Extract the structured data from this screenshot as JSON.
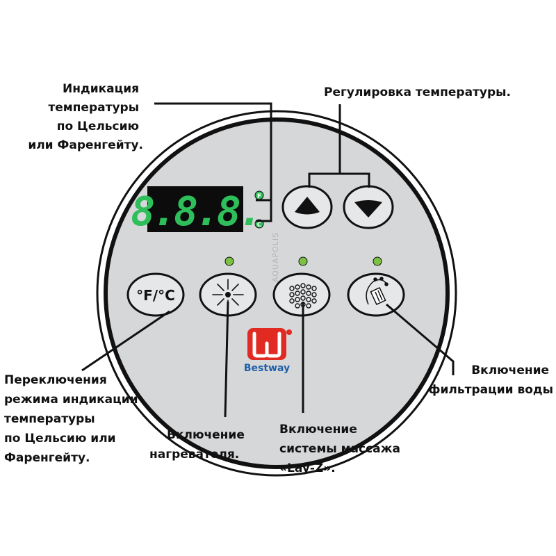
{
  "labels": {
    "temp_indication": [
      "Индикация",
      "температуры",
      "по Цельсию",
      "или Фаренгейту."
    ],
    "temp_adjust": "Регулировка температуры.",
    "unit_switch": [
      "Переключения",
      "режима индикации",
      "температуры",
      "по Цельсию или",
      "Фаренгейту."
    ],
    "heater": [
      "Включение",
      "нагревателя."
    ],
    "massage": [
      "Включение",
      "системы массажа",
      "«Lay-Z»."
    ],
    "filter": [
      "Включение",
      "фильтрации воды"
    ]
  },
  "panel": {
    "display_value": "8.8.8.",
    "unit_f": "F",
    "unit_c": "C",
    "unit_button": "°F/°C",
    "brand_name": "Bestway",
    "watermark": "AQUAPOLIS"
  },
  "colors": {
    "panel_bg": "#d6d7d9",
    "led_on": "#7cc242",
    "display_bg": "#0c0c0c",
    "display_digits": "#2fbf5a",
    "brand_red": "#e02a22",
    "brand_blue": "#1f5fa8"
  },
  "icons": {
    "up": "triangle-up-icon",
    "down": "triangle-down-icon",
    "heater": "heater-sun-icon",
    "massage": "bubbles-icon",
    "filter": "filter-swirl-icon",
    "logo": "bestway-logo"
  }
}
